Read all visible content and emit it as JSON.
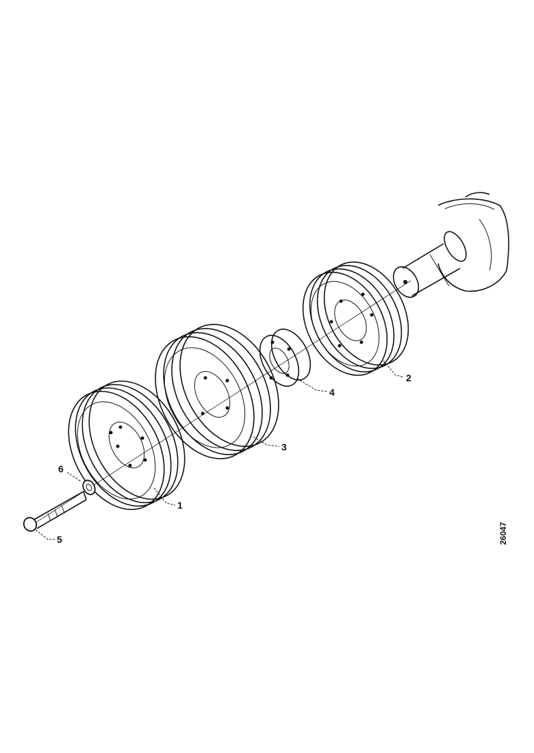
{
  "diagram": {
    "reference_number": "26047",
    "callouts": [
      {
        "id": "1",
        "label": "1"
      },
      {
        "id": "2",
        "label": "2"
      },
      {
        "id": "3",
        "label": "3"
      },
      {
        "id": "4",
        "label": "4"
      },
      {
        "id": "5",
        "label": "5"
      },
      {
        "id": "6",
        "label": "6"
      }
    ]
  }
}
